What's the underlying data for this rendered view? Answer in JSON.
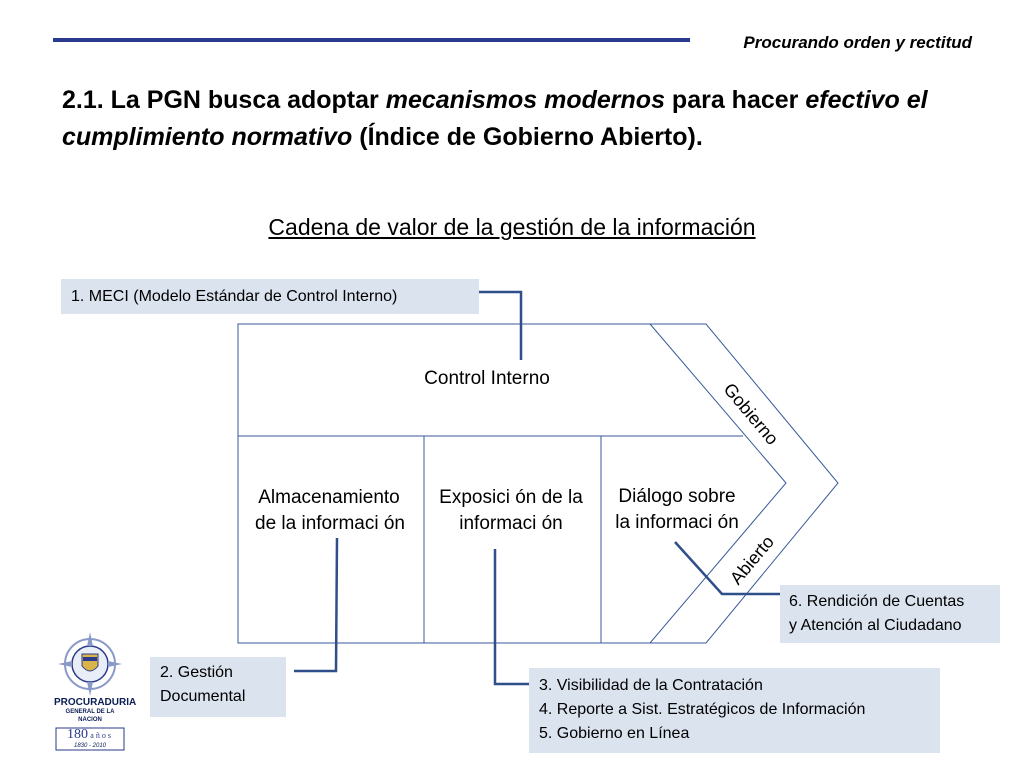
{
  "header": {
    "tagline": "Procurando orden y rectitud"
  },
  "title": {
    "part1": "2.1. La PGN busca adoptar ",
    "part2_italic": "mecanismos modernos",
    "part3": " para hacer ",
    "part4_italic": "efectivo el cumplimiento normativo",
    "part5": " (Índice de Gobierno Abierto)."
  },
  "subtitle": "Cadena de valor de la gestión de la información",
  "diagram": {
    "control": "Control Interno",
    "almac_line1": "Almacenamiento",
    "almac_line2": "de la informaci ón",
    "expos_line1": "Exposici ón de la",
    "expos_line2": "informaci ón",
    "dialogo_line1": "Diálogo sobre",
    "dialogo_line2": "la informaci ón",
    "gobierno": "Gobierno",
    "abierto": "Abierto"
  },
  "callouts": {
    "meci": "1. MECI (Modelo Estándar de Control Interno)",
    "gestion": [
      "2. Gestión",
      "Documental"
    ],
    "visibilidad": [
      "3. Visibilidad de la Contratación",
      "4. Reporte a Sist. Estratégicos de Información",
      "5. Gobierno en Línea"
    ],
    "rendicion": [
      "6. Rendición de Cuentas",
      "y Atención al Ciudadano"
    ]
  },
  "logo": {
    "name_line1": "PROCURADURIA",
    "name_line2": "GENERAL DE LA NACION",
    "years_num": "180",
    "years_word": "años",
    "years_range": "1830 - 2010"
  },
  "colors": {
    "accent": "#2a3a8c",
    "box_fill": "#dbe3ef",
    "connector": "#2f4f8a",
    "diagram_line": "#3a5a9a"
  }
}
